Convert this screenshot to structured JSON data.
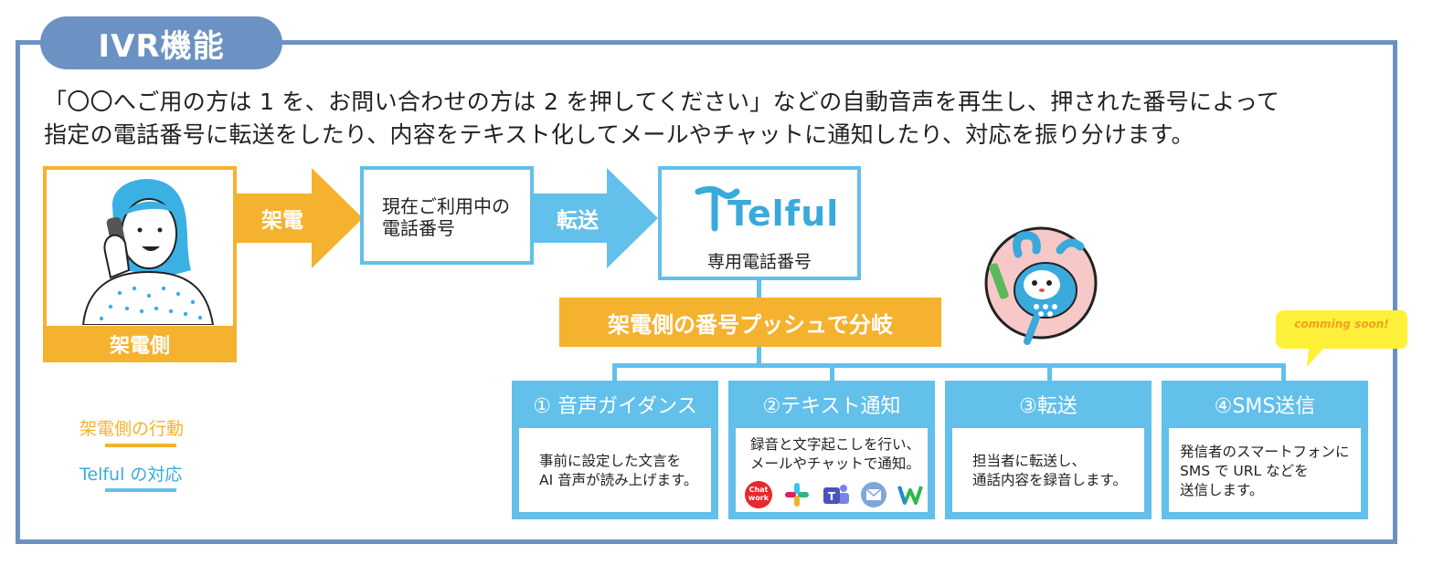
{
  "title": "IVR機能",
  "description": {
    "line1": "「〇〇へご用の方は 1 を、お問い合わせの方は 2 を押してください」などの自動音声を再生し、押された番号によって",
    "line2": "指定の電話番号に転送をしたり、内容をテキスト化してメールやチャットに通知したり、対応を振り分けます。"
  },
  "caller": {
    "label": "架電側"
  },
  "arrow_call": "架電",
  "current_number": {
    "line1": "現在ご利用中の",
    "line2": "電話番号"
  },
  "arrow_forward": "転送",
  "telful": {
    "logo": "Telful",
    "subtitle": "専用電話番号"
  },
  "branch": "架電側の番号プッシュで分岐",
  "badge": "comming soon!",
  "options": [
    {
      "title": "① 音声ガイダンス",
      "body": [
        "事前に設定した文言を",
        "AI 音声が読み上げます。"
      ]
    },
    {
      "title": "②テキスト通知",
      "body": [
        "録音と文字起こしを行い、",
        "メールやチャットで通知。"
      ],
      "icons": [
        "chatwork-icon",
        "slack-icon",
        "teams-icon",
        "mail-icon",
        "works-icon"
      ],
      "chatwork_text": [
        "Chat",
        "work"
      ]
    },
    {
      "title": "③転送",
      "body": [
        "担当者に転送し、",
        "通話内容を録音します。"
      ]
    },
    {
      "title": "④SMS送信",
      "body": [
        "発信者のスマートフォンに",
        "SMS で URL などを",
        "送信します。"
      ]
    }
  ],
  "legend": {
    "caller_action": "架電側の行動",
    "telful_action": "Telful の対応"
  },
  "colors": {
    "frame": "#6b92c2",
    "orange": "#f5b22e",
    "blue": "#62c0ea",
    "badge": "#fff03a"
  }
}
